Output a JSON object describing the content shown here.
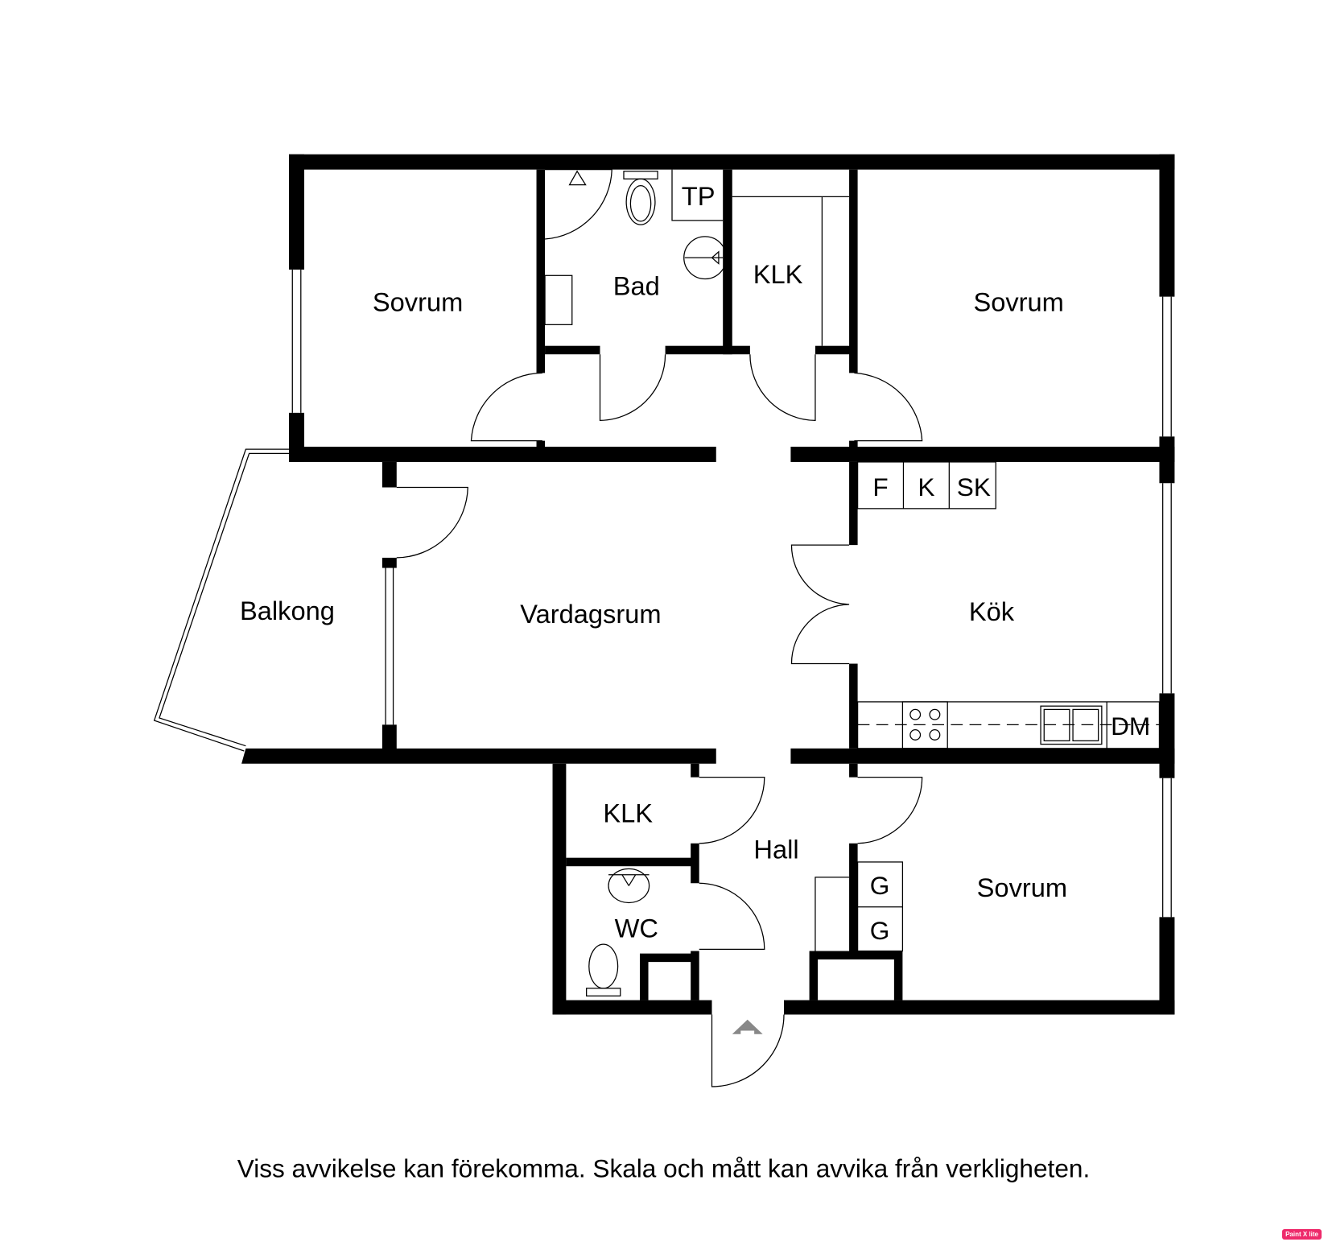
{
  "rooms": {
    "sovrum_1": "Sovrum",
    "bad": "Bad",
    "tp": "TP",
    "klk_1": "KLK",
    "sovrum_2": "Sovrum",
    "balkong": "Balkong",
    "vardagsrum": "Vardagsrum",
    "kok": "Kök",
    "f": "F",
    "k": "K",
    "sk": "SK",
    "dm": "DM",
    "klk_2": "KLK",
    "hall": "Hall",
    "wc": "WC",
    "g1": "G",
    "g2": "G",
    "sovrum_3": "Sovrum"
  },
  "disclaimer": "Viss avvikelse kan förekomma. Skala och mått kan avvika från verkligheten.",
  "watermark": "Paint X lite",
  "colors": {
    "wall": "#000000",
    "entrance_arrow": "#888888",
    "watermark": "#ee2a6b"
  }
}
